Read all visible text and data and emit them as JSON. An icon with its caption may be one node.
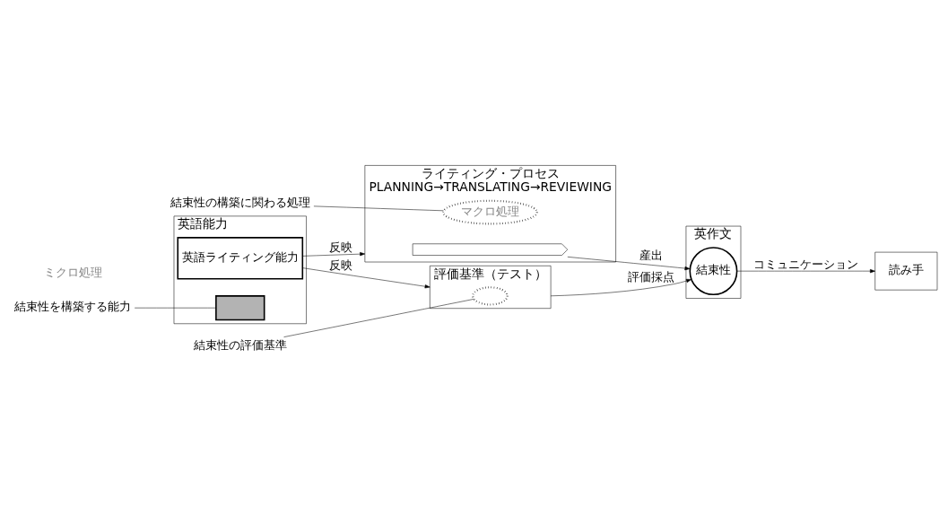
{
  "diagram": {
    "nodes": [
      {
        "text": [
          "英語能力"
        ]
      },
      {
        "text": [
          "英語ライティング能力"
        ],
        "in": 0
      },
      {
        "text": [],
        "shape": "box",
        "in": 0
      },
      {
        "text": [
          "結束性を構築する能力"
        ]
      },
      {
        "text": [
          "評価基準（テスト）"
        ]
      },
      {
        "text": [],
        "shape": "ellipse",
        "in": 4
      },
      {
        "text": [
          "結束性の評価基準"
        ]
      },
      {
        "text": [
          "読み手"
        ]
      },
      {
        "text": [
          "英作文"
        ]
      },
      {
        "text": [
          "結束性"
        ],
        "in": 8
      },
      {
        "text": [
          "ライティング・プロセス",
          "PLANNING→TRANSLATING→REVIEWING"
        ]
      },
      {
        "text": [],
        "shape": "arrow",
        "in": 10
      },
      {
        "text": [
          "マクロ処理"
        ],
        "in": 10
      },
      {
        "text": [
          "結束性の構築に関わる処理"
        ]
      }
    ],
    "edges": [
      {
        "from": 1,
        "to": 4,
        "arrow": "to",
        "label": "反映"
      },
      {
        "from": 1,
        "to": 10,
        "arrow": "to",
        "label": "反映"
      },
      {
        "from": 3,
        "to": 2,
        "arrow": "none"
      },
      {
        "from": 6,
        "to": 5,
        "arrow": "none"
      },
      {
        "from": 4,
        "to": 9,
        "arrow": "to",
        "label": "評価採点"
      },
      {
        "from": 11,
        "to": 9,
        "arrow": "to",
        "label": "産出"
      },
      {
        "from": 9,
        "to": 7,
        "arrow": "to",
        "label": "コミュニケーション"
      },
      {
        "from": 13,
        "to": 12,
        "arrow": "none"
      }
    ],
    "labels": [
      "ミクロ処理"
    ]
  }
}
